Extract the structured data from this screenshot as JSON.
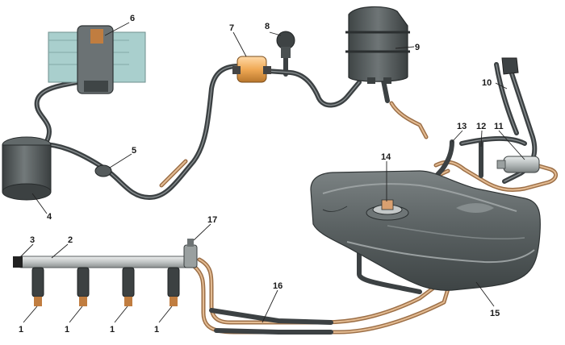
{
  "diagram": {
    "callouts": [
      "1",
      "1",
      "1",
      "1",
      "2",
      "3",
      "4",
      "5",
      "6",
      "7",
      "8",
      "9",
      "10",
      "11",
      "12",
      "13",
      "14",
      "15",
      "16",
      "17"
    ],
    "colors": {
      "hose": "#454a4c",
      "hose_highlight": "#8e9496",
      "metal_line": "#c9976a",
      "metal_line_highlight": "#f0d3b2",
      "tank": "#555b5c",
      "tank_light": "#8a9091",
      "fuel_rail": "#c4c8c8",
      "throttle_body": "#a9cfcd",
      "filter_body": "#f0a955",
      "background": "#ffffff"
    },
    "icons": [
      "injector-icon",
      "canister-icon",
      "valve-icon",
      "throttle-body-icon",
      "filter-icon",
      "separator-tank-icon",
      "fuel-tank-icon",
      "pump-module-icon",
      "pressure-regulator-icon",
      "filler-pipe-icon"
    ]
  }
}
